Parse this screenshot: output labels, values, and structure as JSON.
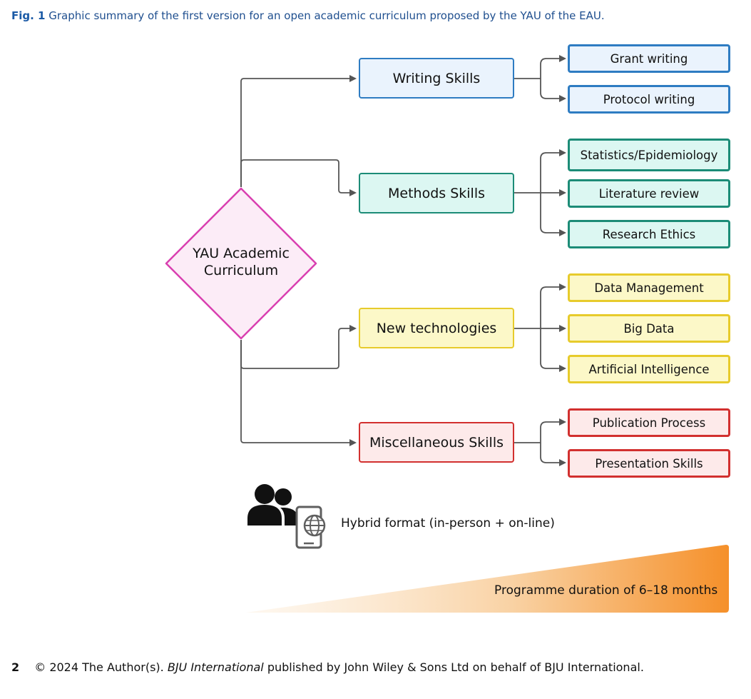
{
  "caption": {
    "label": "Fig. 1",
    "text": "Graphic summary of the first version for an open academic curriculum proposed by the YAU of the EAU."
  },
  "root": {
    "line1": "YAU Academic",
    "line2": "Curriculum",
    "color": "#d93fb0"
  },
  "branches": [
    {
      "label": "Writing Skills",
      "color": "#2e7cc2",
      "items": [
        "Grant writing",
        "Protocol writing"
      ]
    },
    {
      "label": "Methods Skills",
      "color": "#1c8c77",
      "items": [
        "Statistics/Epidemiology",
        "Literature review",
        "Research Ethics"
      ]
    },
    {
      "label": "New technologies",
      "color": "#e7cb2c",
      "items": [
        "Data Management",
        "Big Data",
        "Artificial Intelligence"
      ]
    },
    {
      "label": "Miscellaneous Skills",
      "color": "#d2302f",
      "items": [
        "Publication Process",
        "Presentation Skills"
      ]
    }
  ],
  "format": {
    "label": "Hybrid format (in-person + on-line)",
    "icons": [
      "people-icon",
      "tablet-globe-icon"
    ]
  },
  "duration": {
    "label": "Programme duration of 6–18 months",
    "color": "#f5902a"
  },
  "footer": {
    "page": "2",
    "copyright": "© 2024 The Author(s).",
    "journal": "BJU International",
    "rest": "published by John Wiley & Sons Ltd on behalf of BJU International."
  }
}
